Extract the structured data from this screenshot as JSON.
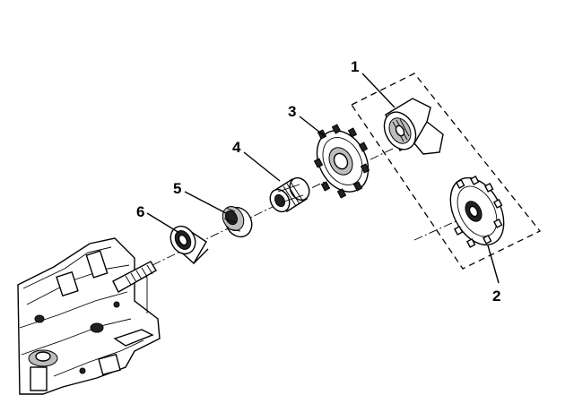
{
  "callouts": [
    {
      "id": "1",
      "label": "1"
    },
    {
      "id": "2",
      "label": "2"
    },
    {
      "id": "3",
      "label": "3"
    },
    {
      "id": "4",
      "label": "4"
    },
    {
      "id": "5",
      "label": "5"
    },
    {
      "id": "6",
      "label": "6"
    }
  ],
  "colors": {
    "ink": "#000000",
    "background": "#ffffff"
  }
}
